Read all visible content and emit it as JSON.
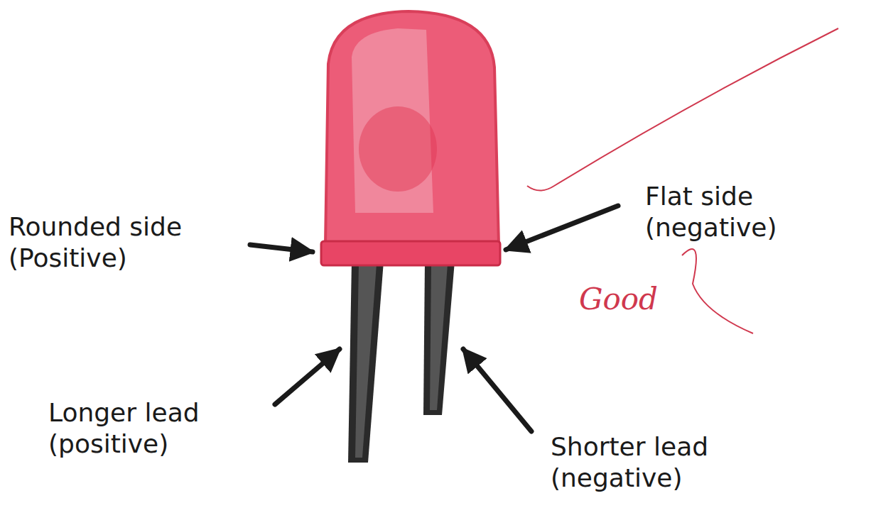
{
  "diagram": {
    "labels": [
      "Rounded side (Positive)",
      "Flat side (negative)",
      "Longer lead (positive)",
      "Shorter lead (negative)",
      "Good"
    ]
  }
}
